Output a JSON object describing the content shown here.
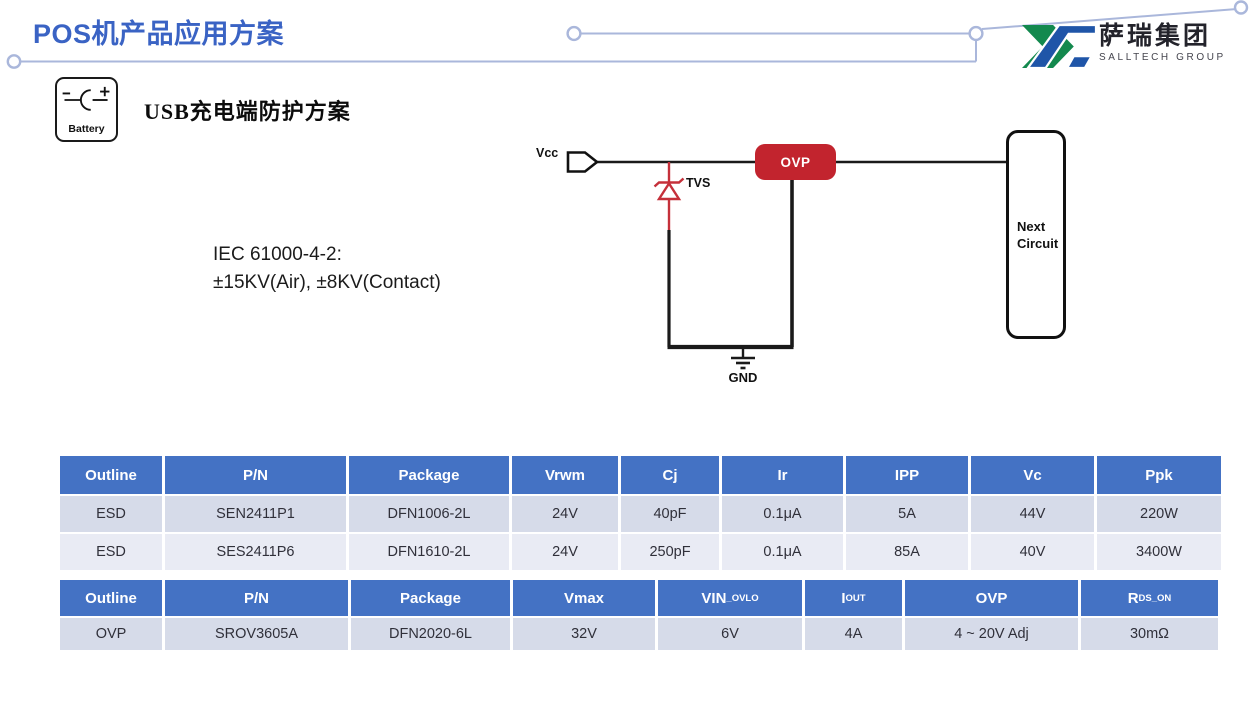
{
  "header": {
    "title": "POS机产品应用方案",
    "logo": {
      "cn": "萨瑞集团",
      "en": "SALLTECH GROUP"
    }
  },
  "section": {
    "battery_label": "Battery",
    "heading_usb": "USB",
    "heading_rest": "充电端防护方案",
    "iec_line1": "IEC 61000-4-2:",
    "iec_line2": "±15KV(Air), ±8KV(Contact)"
  },
  "circuit": {
    "vcc_label": "Vcc",
    "tvs_label": "TVS",
    "ovp_label": "OVP",
    "gnd_label": "GND",
    "next_line1": "Next",
    "next_line2": "Circuit"
  },
  "tables": {
    "esd": {
      "headers": [
        {
          "t": "Outline"
        },
        {
          "t": "P/N"
        },
        {
          "t": "Package"
        },
        {
          "t": "Vrwm"
        },
        {
          "t": "Cj"
        },
        {
          "t": "Ir"
        },
        {
          "t": "IPP"
        },
        {
          "t": "Vc"
        },
        {
          "t": "Ppk"
        }
      ],
      "rows": [
        [
          "ESD",
          "SEN2411P1",
          "DFN1006-2L",
          "24V",
          "40pF",
          "0.1μA",
          "5A",
          "44V",
          "220W"
        ],
        [
          "ESD",
          "SES2411P6",
          "DFN1610-2L",
          "24V",
          "250pF",
          "0.1μA",
          "85A",
          "40V",
          "3400W"
        ]
      ]
    },
    "ovp": {
      "headers": [
        {
          "t": "Outline"
        },
        {
          "t": "P/N"
        },
        {
          "t": "Package"
        },
        {
          "t": "Vmax"
        },
        {
          "t": "VIN",
          "sub": "_OVLO"
        },
        {
          "t": "I",
          "sub": "OUT"
        },
        {
          "t": "OVP"
        },
        {
          "t": "R",
          "sub": "DS_ON"
        }
      ],
      "rows": [
        [
          "OVP",
          "SROV3605A",
          "DFN2020-6L",
          "32V",
          "6V",
          "4A",
          "4 ~ 20V Adj",
          "30mΩ"
        ]
      ]
    }
  },
  "colors": {
    "table_header_blue": "#4472C4",
    "row_light": "#D6DBE9",
    "row_lighter": "#E9EBF4",
    "ovp_red": "#C2242E",
    "tvs_red": "#C5303A",
    "title_blue": "#3A63C4",
    "deco_line": "#AAB7DB",
    "logo_green": "#13894E",
    "logo_blue": "#1F55A8"
  }
}
